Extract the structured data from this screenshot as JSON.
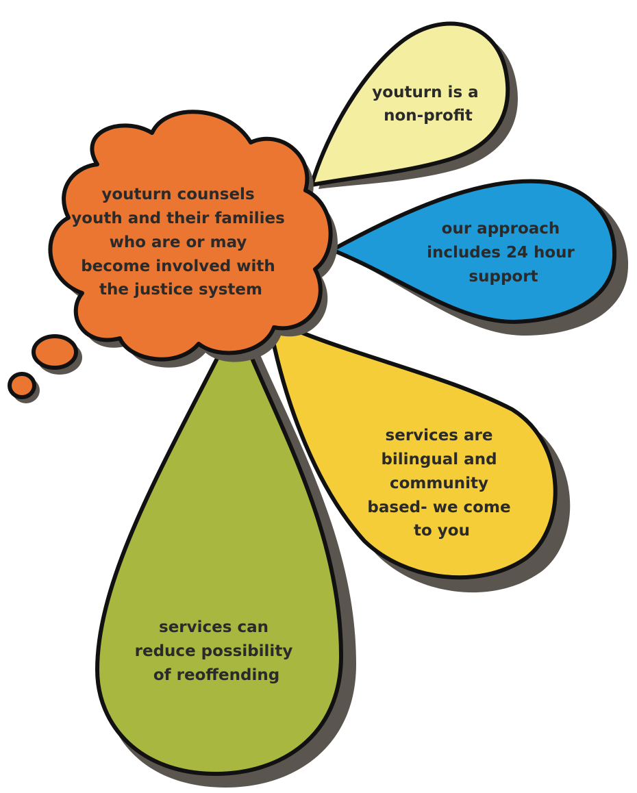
{
  "colors": {
    "cloud": "#ea7631",
    "nonprofit_bubble": "#f3eea0",
    "approach_bubble": "#1f9ad8",
    "services_bubble": "#f5cd38",
    "reoffending_bubble": "#a8b740",
    "shadow": "#5b554f",
    "outline": "#111111",
    "text": "#2a2a2a"
  },
  "cloud": {
    "lines": [
      "youturn counsels",
      "youth and their families",
      "who are or may",
      "become involved with",
      "the justice system"
    ]
  },
  "bubbles": {
    "nonprofit": {
      "lines": [
        "youturn is a",
        "non-profit"
      ]
    },
    "approach": {
      "lines": [
        "our approach",
        "includes 24 hour",
        "support"
      ]
    },
    "services": {
      "lines": [
        "services are",
        "bilingual and",
        "community",
        "based- we come",
        "to you"
      ]
    },
    "reoffending": {
      "lines": [
        "services can",
        "reduce possibility",
        "of reoffending"
      ]
    }
  }
}
